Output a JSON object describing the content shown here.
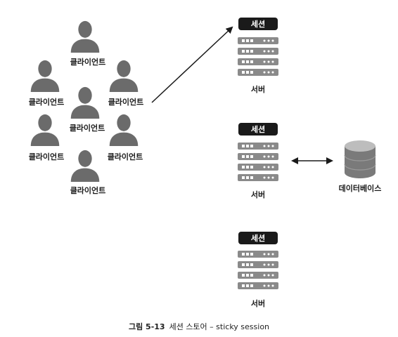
{
  "clients": {
    "label": "클라이언트",
    "count": 7
  },
  "servers": [
    {
      "session_label": "세션",
      "server_label": "서버"
    },
    {
      "session_label": "세션",
      "server_label": "서버"
    },
    {
      "session_label": "세션",
      "server_label": "서버"
    }
  ],
  "database": {
    "label": "데이터베이스"
  },
  "caption": {
    "figure": "그림 5-13",
    "text": "세션 스토어 – sticky session"
  },
  "colors": {
    "person": "#6b6b6b",
    "badge": "#1a1a1a",
    "server_unit": "#8a8a8a",
    "db_top": "#bdbdbd",
    "db_body": "#7a7a7a",
    "arrow": "#1a1a1a"
  }
}
